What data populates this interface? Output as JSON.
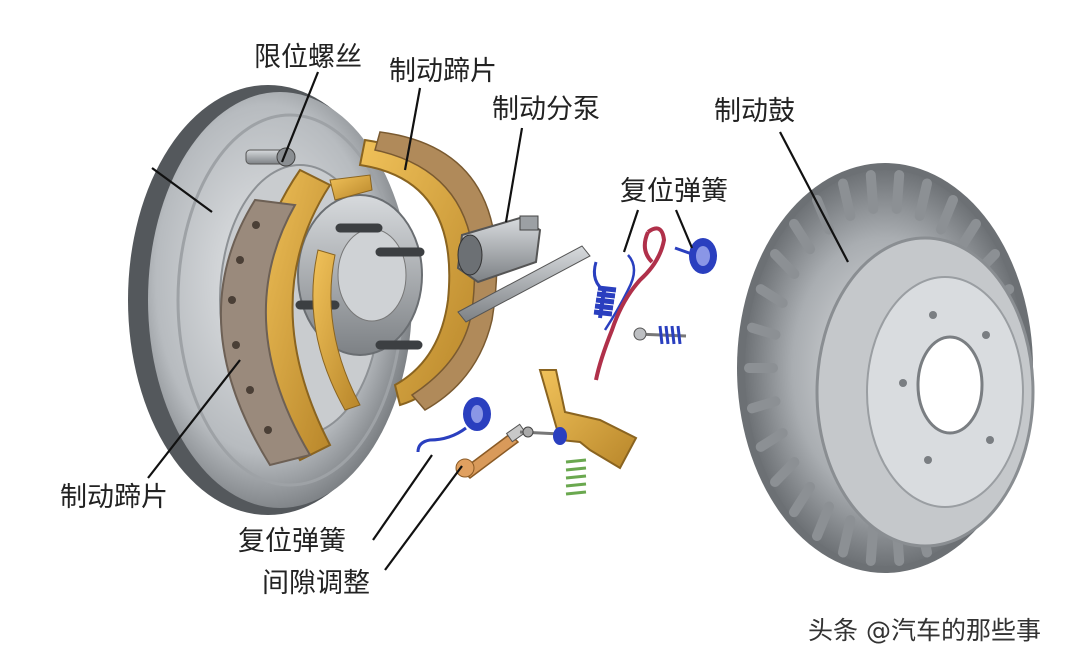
{
  "labels": {
    "limit_screw": "限位螺丝",
    "brake_shoe_top": "制动蹄片",
    "wheel_cylinder": "制动分泵",
    "brake_drum": "制动鼓",
    "return_spring_top": "复位弹簧",
    "brake_shoe_bottom": "制动蹄片",
    "return_spring_bottom": "复位弹簧",
    "gap_adjuster": "间隙调整"
  },
  "watermark": "头条 @汽车的那些事",
  "colors": {
    "shoe_gold": "#d9a43a",
    "lining": "#9a8a7c",
    "metal": "#b8bcc0",
    "spring_blue": "#2a3fbf",
    "spring_red": "#b0304a",
    "spring_green": "#6aa84f"
  }
}
